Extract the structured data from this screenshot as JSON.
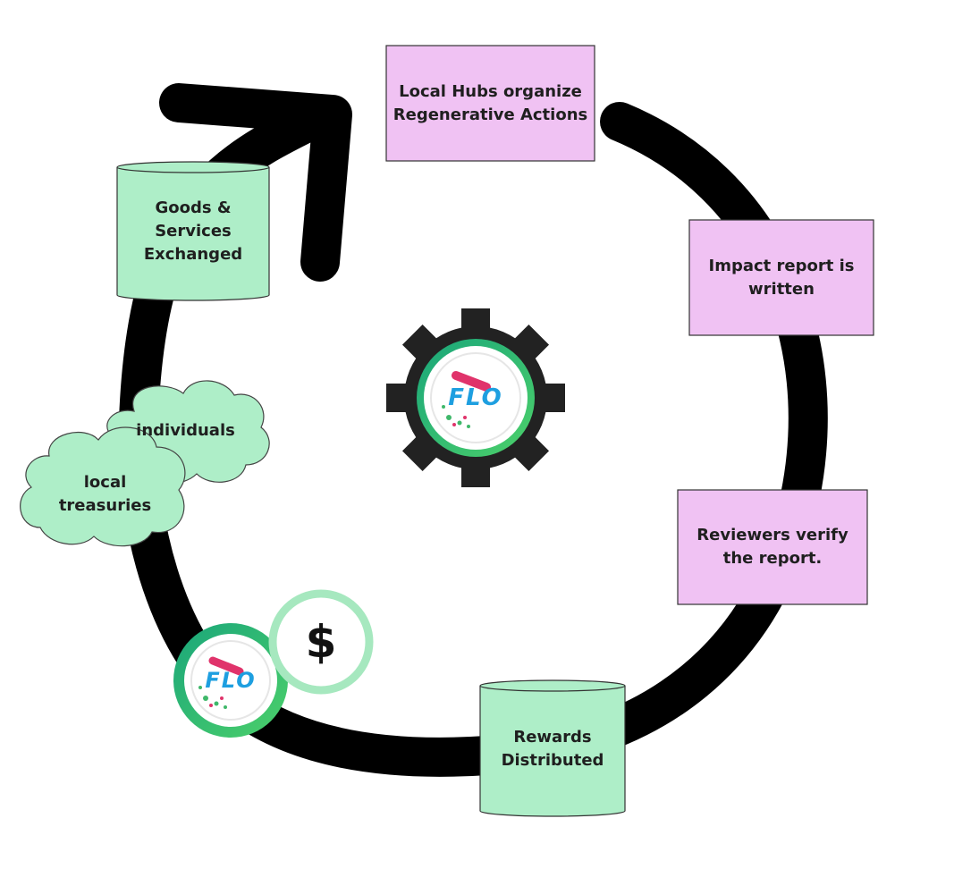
{
  "nodes": {
    "local_hubs": "Local Hubs organize\nRegenerative Actions",
    "impact_report": "Impact report is\nwritten",
    "reviewers": "Reviewers verify\nthe report.",
    "rewards": "Rewards\nDistributed",
    "goods_services": "Goods &\nServices\nExchanged",
    "individuals": "individuals",
    "local_treasuries": "local\ntreasuries"
  },
  "tokens": {
    "flo_logo_text": "FLO",
    "dollar_symbol": "$"
  },
  "colors": {
    "process_box": "#f0c2f3",
    "store_green": "#aeeec8",
    "cycle_arrow": "#000000",
    "gear": "#222222",
    "flo_ring": "#24b56d",
    "dollar_ring": "#a6e8bf"
  }
}
